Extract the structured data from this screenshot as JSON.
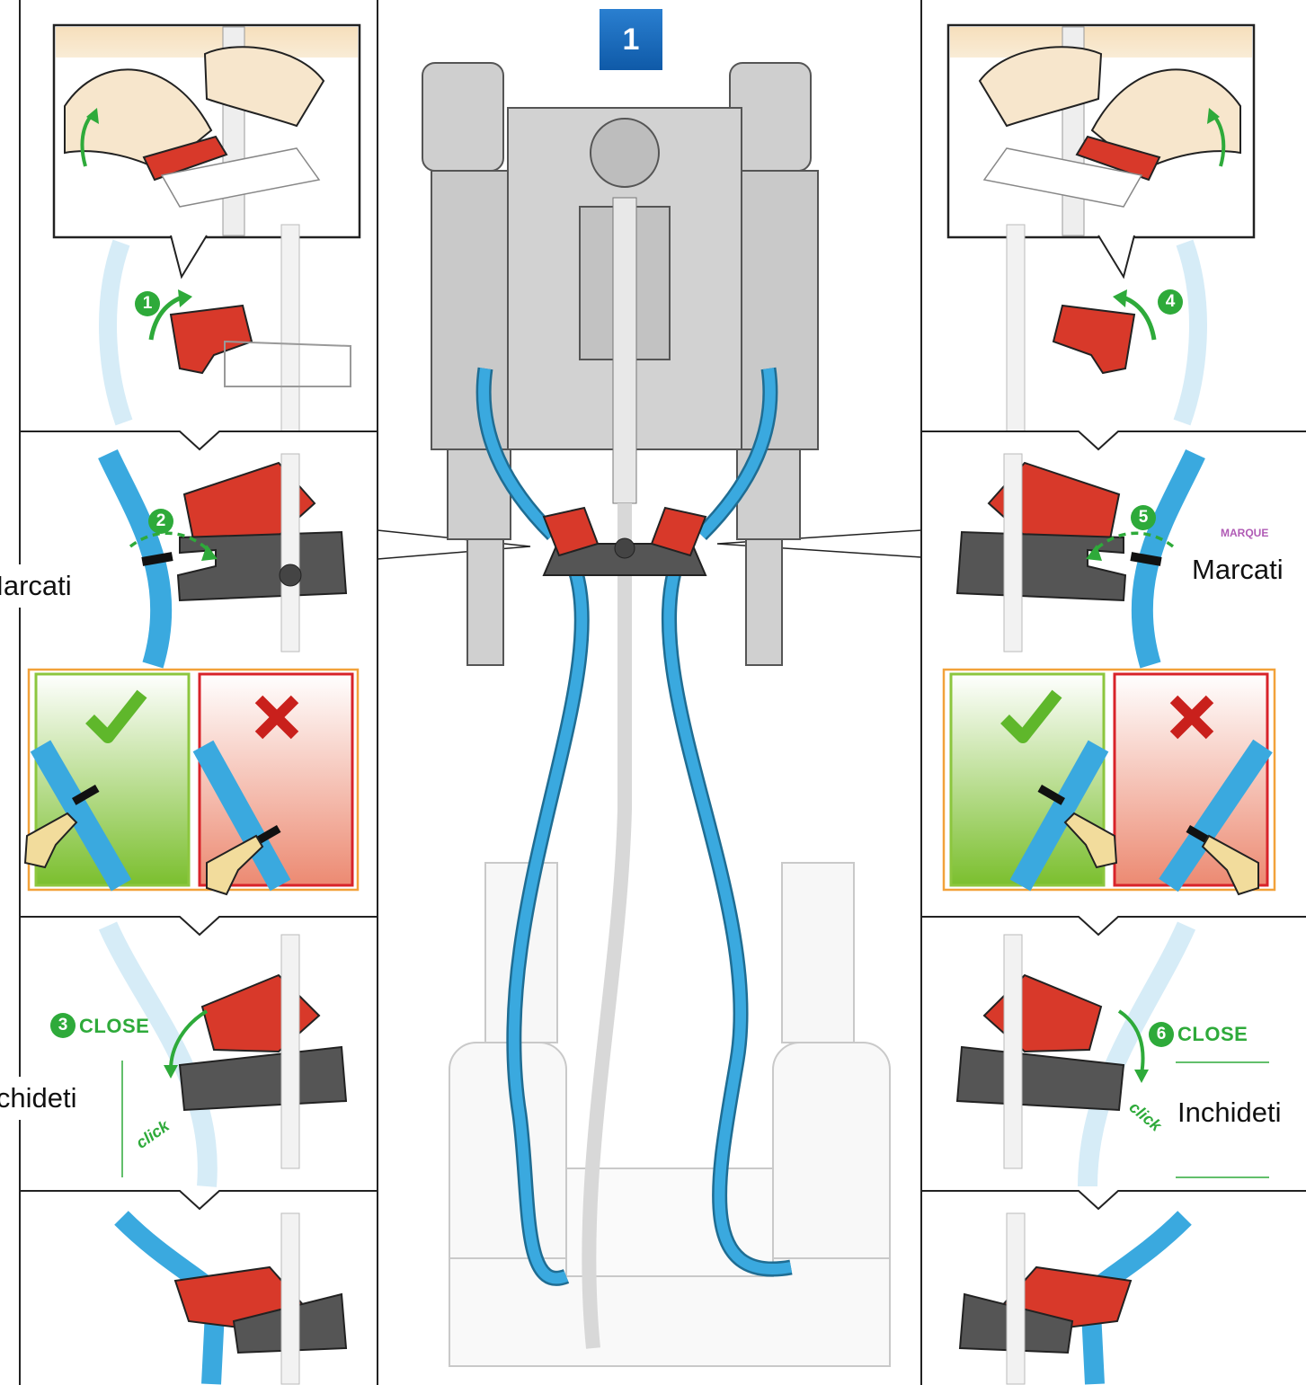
{
  "step_badge": "1",
  "labels": {
    "marcati_left": "Marcati",
    "marcati_right": "Marcati",
    "inchideti_left": "Inchideti",
    "inchideti_right": "Inchideti",
    "marque_small": "MARQUE"
  },
  "steps": {
    "s1": "1",
    "s2": "2",
    "s3": "3",
    "s4": "4",
    "s5": "5",
    "s6": "6"
  },
  "close_text": "CLOSE",
  "click_text": "click",
  "colors": {
    "hose_blue": "#3aa9df",
    "clip_red": "#d8392a",
    "step_green": "#2eaa3a",
    "badge_blue": "#1566b6",
    "ok_frame": "#8cc63e",
    "bad_frame": "#d8232a",
    "outer_frame": "#f2a23a"
  },
  "icons": [
    "check-icon",
    "cross-icon",
    "pointing-hand-icon",
    "curved-arrow-icon"
  ]
}
